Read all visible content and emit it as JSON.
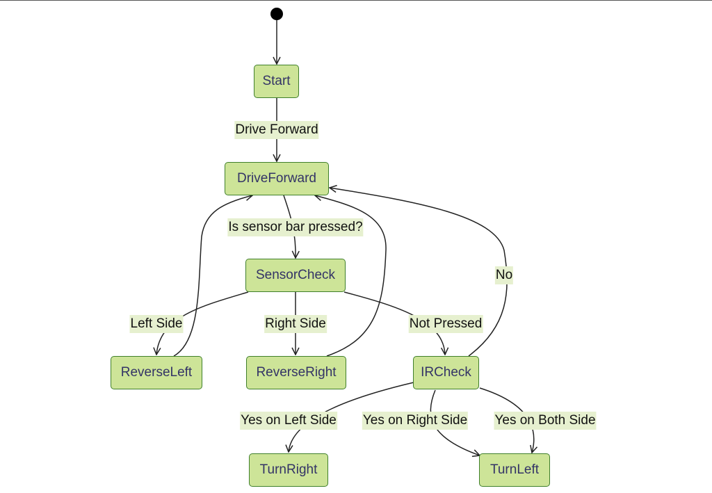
{
  "diagram": {
    "type": "state-diagram",
    "states": [
      {
        "id": "start",
        "label": "Start"
      },
      {
        "id": "driveforward",
        "label": "DriveForward"
      },
      {
        "id": "sensorcheck",
        "label": "SensorCheck"
      },
      {
        "id": "reverseleft",
        "label": "ReverseLeft"
      },
      {
        "id": "reverseright",
        "label": "ReverseRight"
      },
      {
        "id": "ircheck",
        "label": "IRCheck"
      },
      {
        "id": "turnright",
        "label": "TurnRight"
      },
      {
        "id": "turnleft",
        "label": "TurnLeft"
      }
    ],
    "transitions": [
      {
        "from": "initial",
        "to": "start",
        "label": ""
      },
      {
        "from": "start",
        "to": "driveforward",
        "label": "Drive Forward"
      },
      {
        "from": "driveforward",
        "to": "sensorcheck",
        "label": "Is sensor bar pressed?"
      },
      {
        "from": "sensorcheck",
        "to": "reverseleft",
        "label": "Left Side"
      },
      {
        "from": "sensorcheck",
        "to": "reverseright",
        "label": "Right Side"
      },
      {
        "from": "sensorcheck",
        "to": "ircheck",
        "label": "Not Pressed"
      },
      {
        "from": "reverseleft",
        "to": "driveforward",
        "label": ""
      },
      {
        "from": "reverseright",
        "to": "driveforward",
        "label": ""
      },
      {
        "from": "ircheck",
        "to": "driveforward",
        "label": "No"
      },
      {
        "from": "ircheck",
        "to": "turnright",
        "label": "Yes on Left Side"
      },
      {
        "from": "ircheck",
        "to": "turnleft",
        "label": "Yes on Right Side"
      },
      {
        "from": "ircheck",
        "to": "turnleft",
        "label": "Yes on Both Side"
      }
    ],
    "colors": {
      "node_fill": "#cde498",
      "node_border": "#3f7f2a",
      "node_text": "#333366",
      "label_bg": "#e6f0cf",
      "edge": "#222222"
    }
  }
}
